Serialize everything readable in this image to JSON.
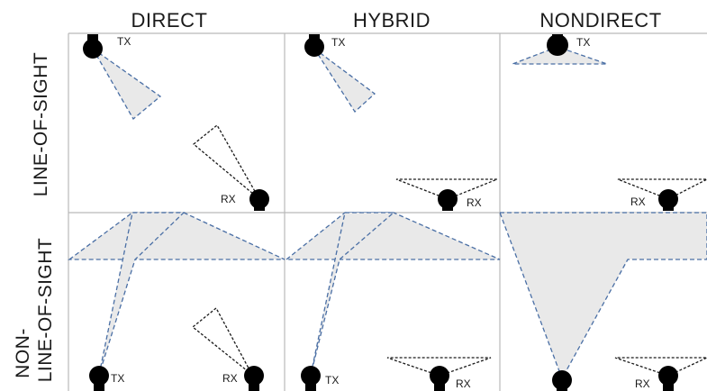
{
  "columns": {
    "direct": "DIRECT",
    "hybrid": "HYBRID",
    "nondirect": "NONDIRECT"
  },
  "rows": {
    "los": "LINE-OF-SIGHT",
    "nlos_line1": "NON-",
    "nlos_line2": "LINE-OF-SIGHT"
  },
  "labels": {
    "tx": "TX",
    "rx": "RX"
  },
  "colors": {
    "tx_beam_stroke": "#4a6fa5",
    "tx_beam_fill": "#e9e9e9",
    "rx_beam_stroke": "#1a1a1a",
    "grid": "#b9b9b9"
  }
}
